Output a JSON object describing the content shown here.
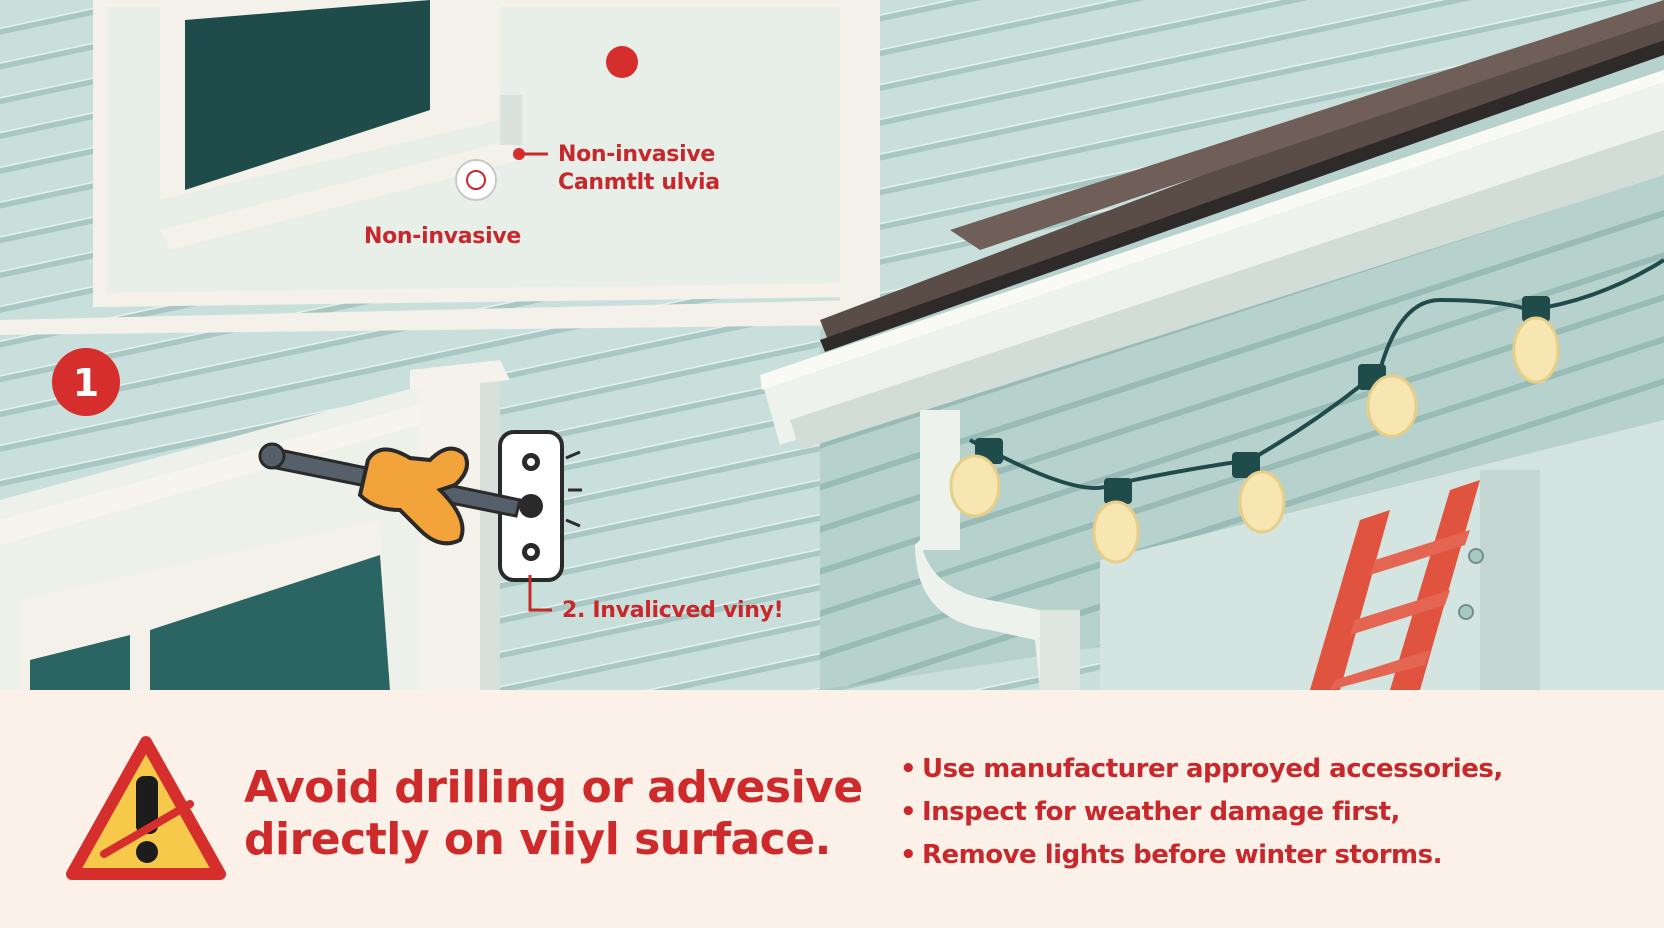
{
  "annotations": {
    "label_top_1": "Non-invasive",
    "label_top_2": "Canmtlt ulvia",
    "label_left": "Non-invasive",
    "step_number": "1",
    "label_step_2": "2. Invalicved viny!"
  },
  "warning": {
    "line_1": "Avoid drilling or advesive",
    "line_2": "directly on viiyl surface."
  },
  "tips": [
    "Use manufacturer approyed accessories,",
    "Inspect for weather damage first,",
    "Remove lights before winter storms."
  ],
  "colors": {
    "accent_red": "#c8282b",
    "siding": "#c9dfdc",
    "trim": "#f4f2ea",
    "roof": "#5a4c47",
    "bulb": "#f7e6b1",
    "ladder": "#e0533f",
    "glove": "#f2a33a",
    "panel": "#fbf1e8"
  },
  "icons": [
    "warning-triangle-icon",
    "no-drill-icon",
    "step-number-badge",
    "pin-marker-icon"
  ]
}
